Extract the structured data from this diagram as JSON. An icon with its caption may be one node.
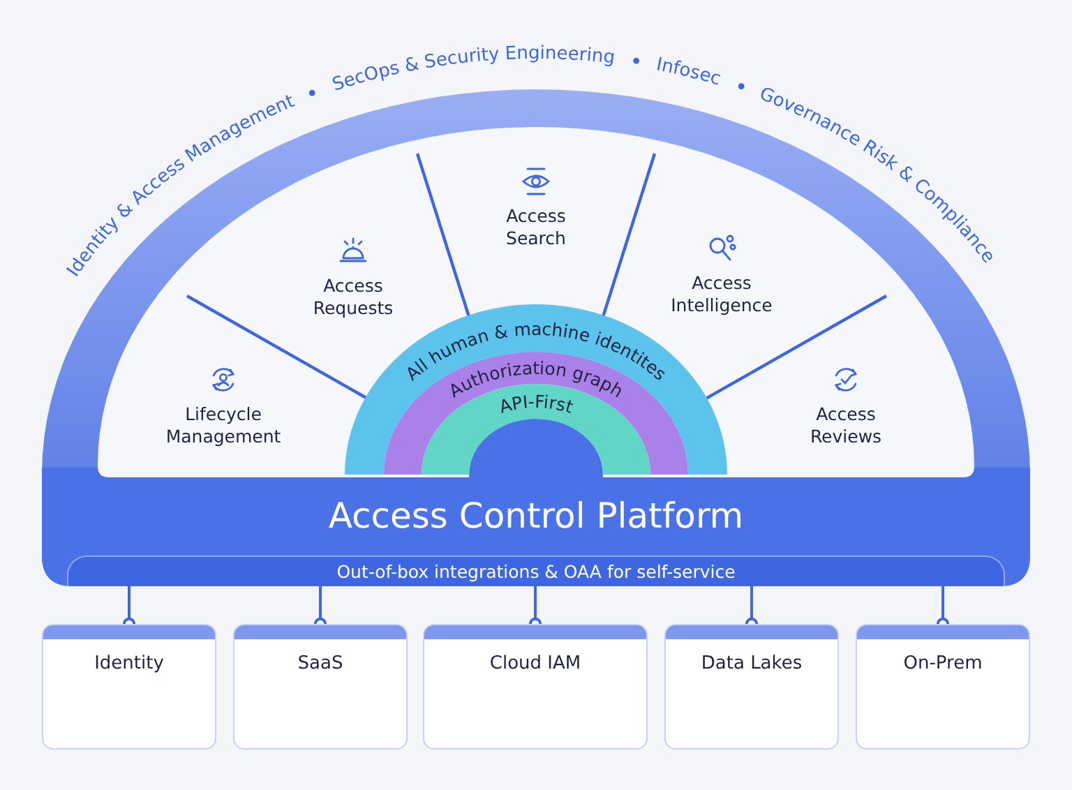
{
  "diagram": {
    "nodes": [
      {
        "text": [
          "Access Control Platform"
        ]
      },
      {
        "text": [
          "Out-of-box integrations & OAA for self-service"
        ],
        "in": 0
      },
      {
        "text": [
          "Lifecycle Management"
        ],
        "in": 0
      },
      {
        "text": [
          "Access Requests"
        ],
        "in": 0
      },
      {
        "text": [
          "Access Search"
        ],
        "in": 0
      },
      {
        "text": [
          "Access Intelligence"
        ],
        "in": 0
      },
      {
        "text": [
          "Access Reviews"
        ],
        "in": 0
      },
      {
        "text": [
          "All human & machine identites"
        ],
        "in": 0
      },
      {
        "text": [
          "Authorization graph"
        ],
        "in": 0
      },
      {
        "text": [
          "API-First"
        ],
        "in": 0
      },
      {
        "text": [
          "Identity"
        ]
      },
      {
        "text": [
          "SaaS"
        ]
      },
      {
        "text": [
          "Cloud IAM"
        ]
      },
      {
        "text": [
          "Data Lakes"
        ]
      },
      {
        "text": [
          "On-Prem"
        ]
      }
    ],
    "edges": [
      {
        "from": 1,
        "to": 10,
        "arrow": "other"
      },
      {
        "from": 1,
        "to": 11,
        "arrow": "other"
      },
      {
        "from": 1,
        "to": 12,
        "arrow": "other"
      },
      {
        "from": 1,
        "to": 13,
        "arrow": "other"
      },
      {
        "from": 1,
        "to": 14,
        "arrow": "other"
      }
    ],
    "labels": [
      "Identity & Access Management",
      "SecOps & Security Engineering",
      "Infosec",
      "Governance Risk & Compliance"
    ]
  }
}
